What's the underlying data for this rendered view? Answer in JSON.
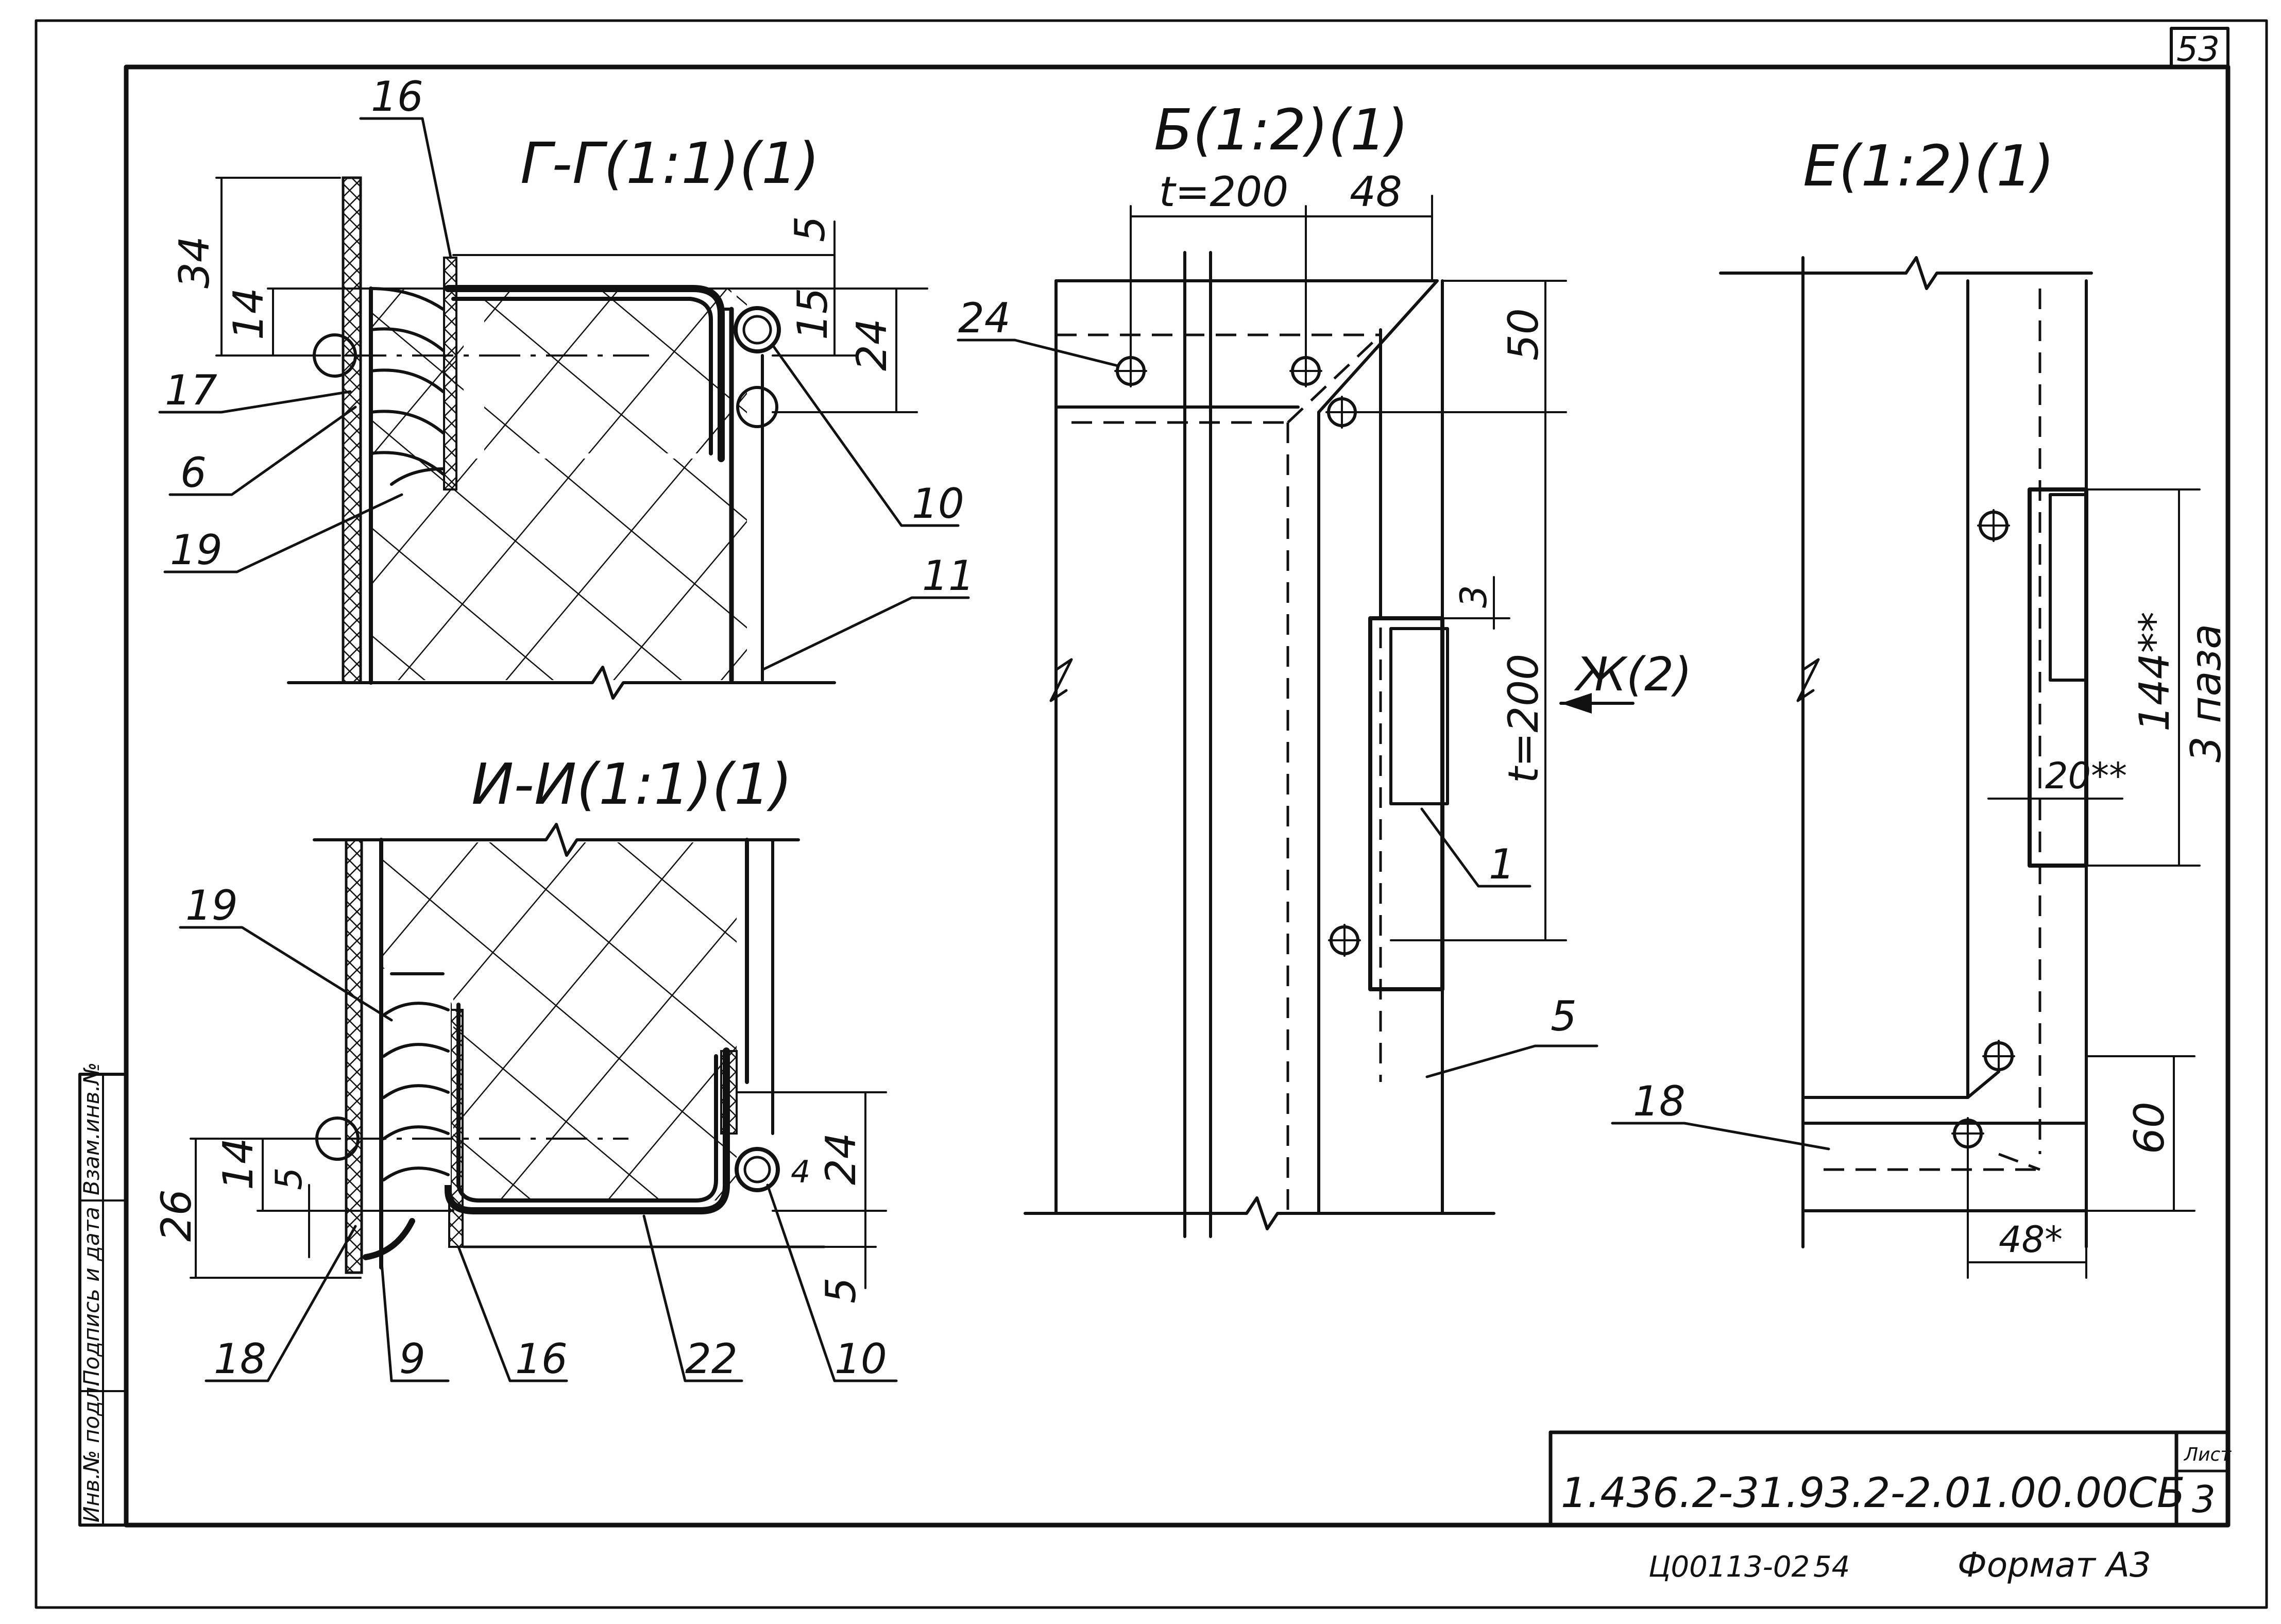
{
  "sheet": {
    "page_number": "53",
    "format": "Формат А3",
    "archive_code": "Ц00113-02",
    "archive_num": "54",
    "title_block": {
      "designation": "1.436.2-31.93.2-2.01.00.00СБ",
      "sheet_label": "Лист",
      "sheet_number": "3"
    },
    "side_stamp": {
      "inv_no": "Инв.№ подл.",
      "sign_date": "Подпись и дата",
      "replaced_inv": "Взам.инв.№"
    }
  },
  "views": {
    "gg": {
      "title": "Г-Г(1:1)(1)",
      "dims": [
        "34",
        "14",
        "5",
        "15",
        "24"
      ],
      "callouts": [
        "16",
        "17",
        "6",
        "19",
        "10",
        "11"
      ]
    },
    "ii": {
      "title": "И-И(1:1)(1)",
      "dims": [
        "26",
        "14",
        "5",
        "24",
        "4",
        "5"
      ],
      "callouts": [
        "19",
        "18",
        "9",
        "16",
        "22",
        "10"
      ]
    },
    "b": {
      "title": "Б(1:2)(1)",
      "dims": [
        "t=200",
        "48",
        "50",
        "3",
        "t=200"
      ],
      "callouts": [
        "24",
        "1",
        "5"
      ],
      "view_arrow": "Ж(2)"
    },
    "e": {
      "title": "Е(1:2)(1)",
      "dims": [
        "144**",
        "3 паза",
        "20**",
        "60",
        "48*"
      ],
      "callouts": [
        "18"
      ]
    }
  }
}
